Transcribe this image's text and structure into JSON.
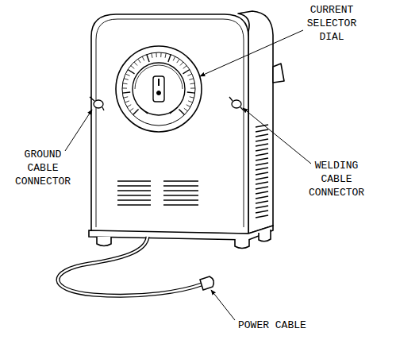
{
  "diagram": {
    "labels": [
      "CURRENT SELECTOR DIAL",
      "GROUND CABLE CONNECTOR",
      "WELDING CABLE CONNECTOR",
      "POWER CABLE"
    ]
  }
}
